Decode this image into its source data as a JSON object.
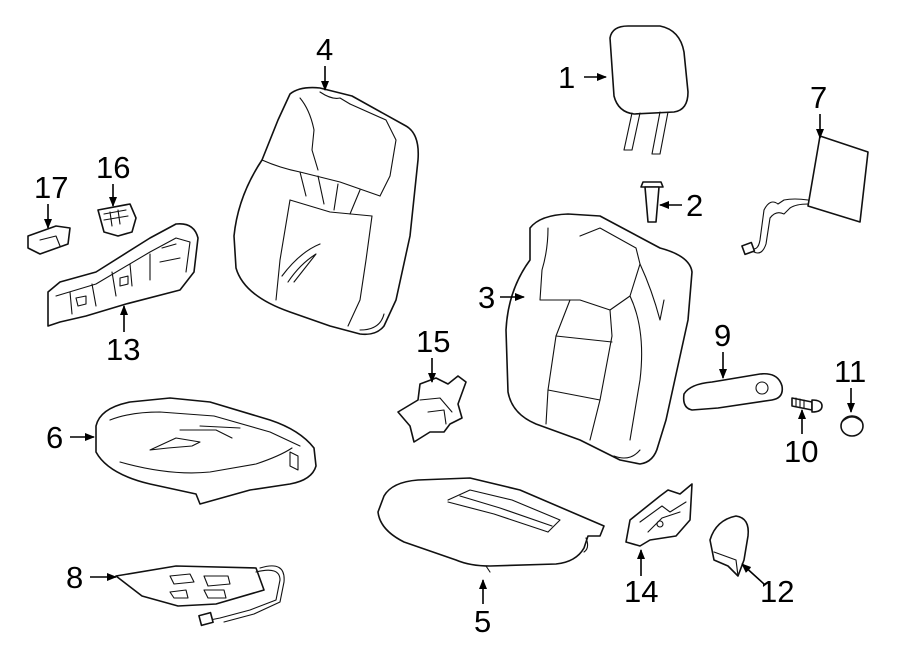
{
  "parts": [
    {
      "id": "headrest",
      "callout": "1"
    },
    {
      "id": "guide",
      "callout": "2"
    },
    {
      "id": "back-pad",
      "callout": "3"
    },
    {
      "id": "back-cover",
      "callout": "4"
    },
    {
      "id": "cushion-pad",
      "callout": "5"
    },
    {
      "id": "cushion-cover",
      "callout": "6"
    },
    {
      "id": "back-heater",
      "callout": "7"
    },
    {
      "id": "cushion-heater",
      "callout": "8"
    },
    {
      "id": "armrest",
      "callout": "9"
    },
    {
      "id": "bolt",
      "callout": "10"
    },
    {
      "id": "cap",
      "callout": "11"
    },
    {
      "id": "hinge-cover",
      "callout": "12"
    },
    {
      "id": "side-trim",
      "callout": "13"
    },
    {
      "id": "bracket",
      "callout": "14"
    },
    {
      "id": "clip-bracket",
      "callout": "15"
    },
    {
      "id": "switch-knob",
      "callout": "16"
    },
    {
      "id": "lever-knob",
      "callout": "17"
    }
  ],
  "colors": {
    "line": "#111111",
    "background": "#ffffff"
  }
}
